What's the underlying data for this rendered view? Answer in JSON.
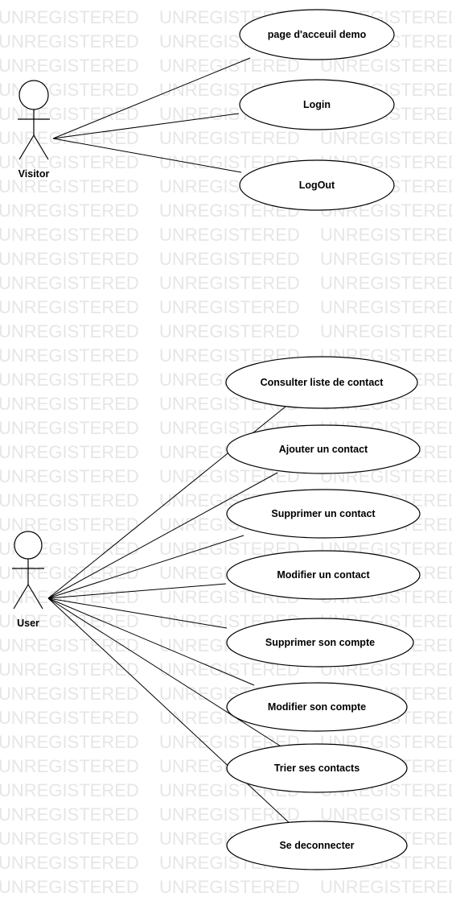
{
  "watermark": "UNREGISTERED",
  "actors": [
    {
      "id": "visitor",
      "label": "Visitor"
    },
    {
      "id": "user",
      "label": "User"
    }
  ],
  "use_cases": [
    {
      "id": "uc-page-accueil",
      "label": "page d'acceuil demo",
      "actor": "visitor"
    },
    {
      "id": "uc-login",
      "label": "Login",
      "actor": "visitor"
    },
    {
      "id": "uc-logout",
      "label": "LogOut",
      "actor": "visitor"
    },
    {
      "id": "uc-consulter",
      "label": "Consulter liste de contact",
      "actor": "user"
    },
    {
      "id": "uc-ajouter",
      "label": "Ajouter un contact",
      "actor": "user"
    },
    {
      "id": "uc-supprimer-contact",
      "label": "Supprimer un contact",
      "actor": "user"
    },
    {
      "id": "uc-modifier-contact",
      "label": "Modifier un contact",
      "actor": "user"
    },
    {
      "id": "uc-supprimer-compte",
      "label": "Supprimer son compte",
      "actor": "user"
    },
    {
      "id": "uc-modifier-compte",
      "label": "Modifier son compte",
      "actor": "user"
    },
    {
      "id": "uc-trier",
      "label": "Trier ses contacts",
      "actor": "user"
    },
    {
      "id": "uc-deconnecter",
      "label": "Se deconnecter",
      "actor": "user"
    }
  ]
}
